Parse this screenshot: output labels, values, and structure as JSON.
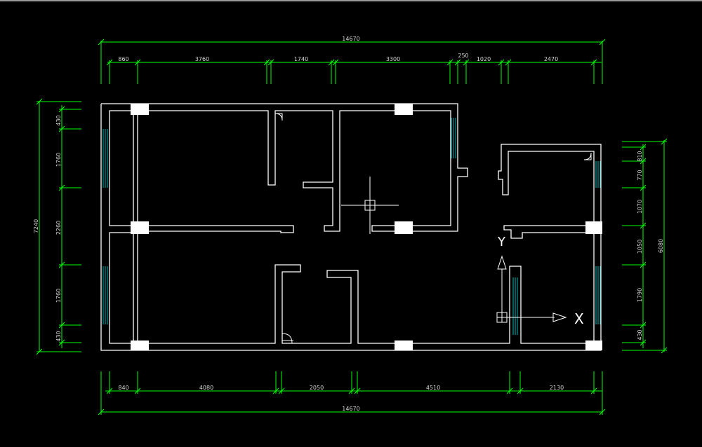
{
  "drawing": {
    "dimensions": {
      "top_total": "14670",
      "top_segments": [
        "860",
        "3760",
        "1740",
        "3300",
        "250",
        "1020",
        "2470"
      ],
      "bottom_total": "14670",
      "bottom_segments": [
        "840",
        "4080",
        "2050",
        "4510",
        "2130"
      ],
      "left_total": "7240",
      "left_segments": [
        "430",
        "1760",
        "2260",
        "1760",
        "430"
      ],
      "right_total": "6080",
      "right_segments": [
        "810",
        "770",
        "1070",
        "1050",
        "1790",
        "430"
      ]
    },
    "ucs": {
      "x_label": "X",
      "y_label": "Y"
    },
    "colors": {
      "background": "#000000",
      "walls": "#ffffff",
      "dimensions": "#00ff00",
      "dimension_text": "#d6d6d6",
      "windows": "#00b4b4",
      "columns": "#ffffff"
    }
  }
}
